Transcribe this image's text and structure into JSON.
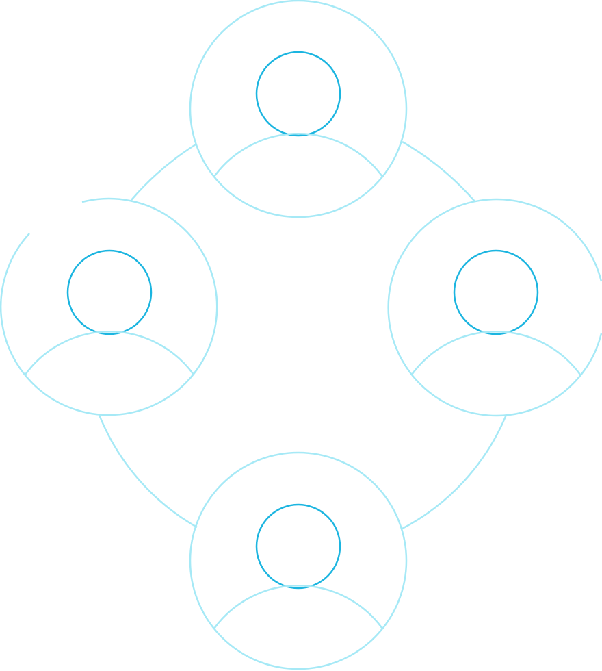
{
  "icon": {
    "name": "user-network-icon",
    "colors": {
      "light_stroke": "#a6e9f6",
      "dark_stroke": "#1cb5e0",
      "background": "#ffffff"
    },
    "nodes": [
      {
        "name": "user-node-top"
      },
      {
        "name": "user-node-left"
      },
      {
        "name": "user-node-right"
      },
      {
        "name": "user-node-bottom"
      }
    ]
  }
}
